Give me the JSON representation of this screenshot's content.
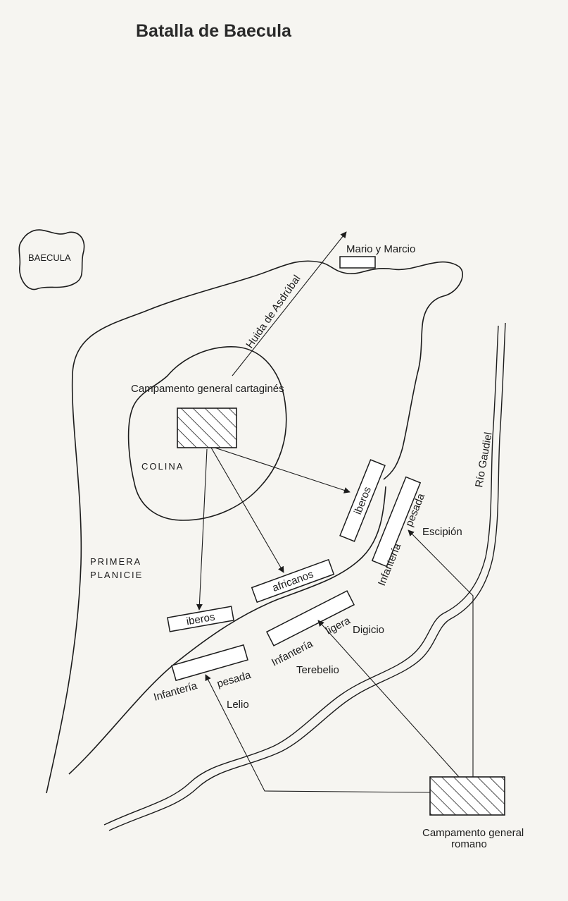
{
  "map": {
    "title": "Batalla de Baecula",
    "places": {
      "baecula": "BAECULA",
      "colina": "COLINA",
      "primera_1": "PRIMERA",
      "primera_2": "PLANICIE",
      "rio": "Río Gaudiel"
    },
    "camps": {
      "cartagines": "Campamento general cartaginés",
      "romano_1": "Campamento general",
      "romano_2": "romano"
    },
    "routes": {
      "huida": "Huida de Asdrúbal",
      "mario": "Mario y Marcio"
    },
    "units": {
      "iberos_right": "iberos",
      "africanos": "africanos",
      "iberos_left": "iberos",
      "pesada_right_a": "Infantería",
      "pesada_right_b": "pesada",
      "ligera_a": "Infantería",
      "ligera_b": "ligera",
      "pesada_left_a": "Infantería",
      "pesada_left_b": "pesada"
    },
    "commanders": {
      "escipion": "Escipión",
      "digicio": "Digicio",
      "terebelio": "Terebelio",
      "lelio": "Lelio"
    }
  }
}
